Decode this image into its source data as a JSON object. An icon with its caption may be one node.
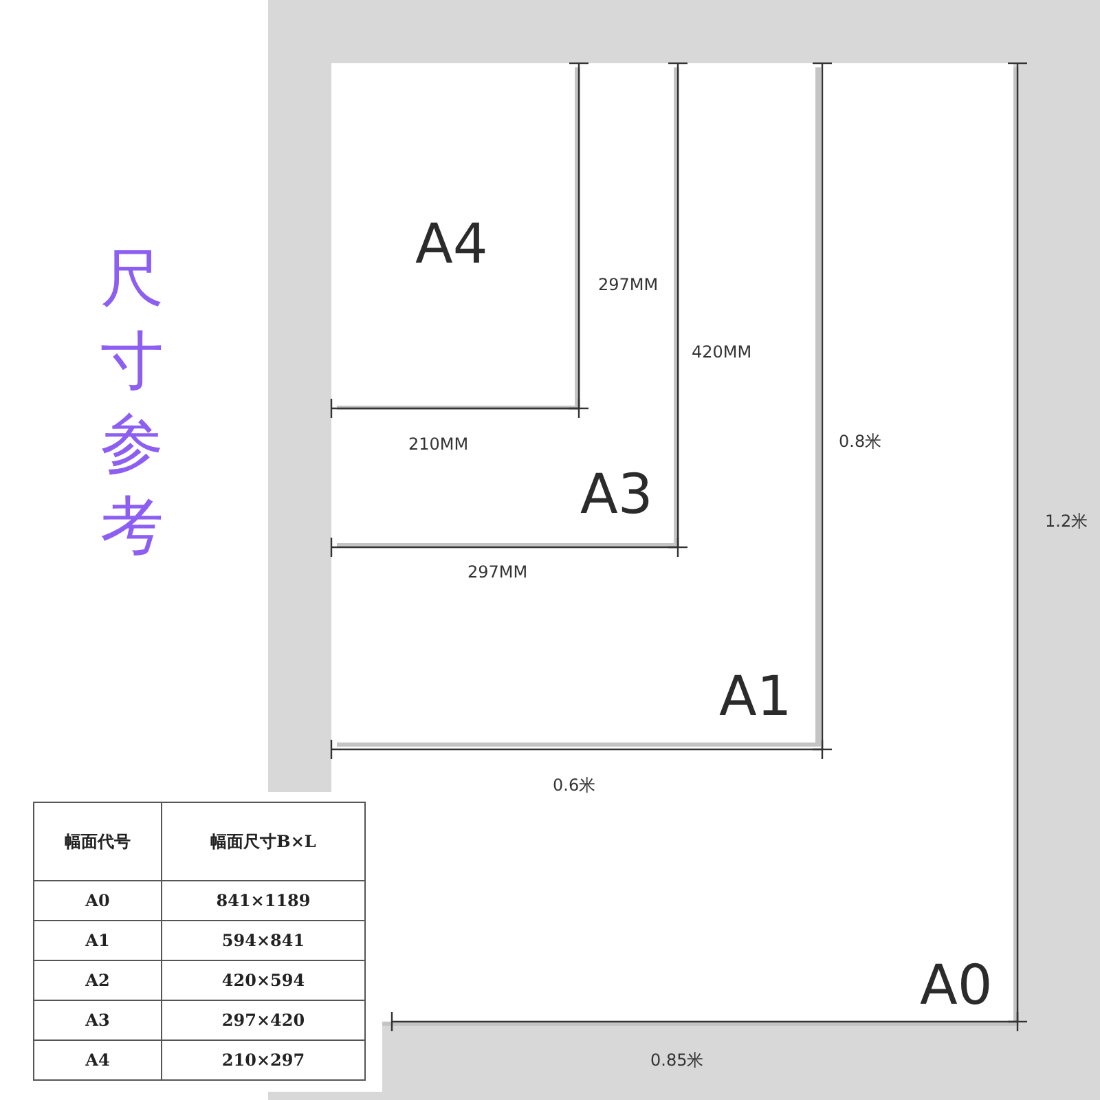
{
  "diagram": {
    "title": "尺寸参考",
    "nodes": [
      {
        "text": [
          "A0"
        ]
      },
      {
        "text": [
          "A1"
        ],
        "in": 0
      },
      {
        "text": [
          "A3"
        ],
        "in": 1
      },
      {
        "text": [
          "A4"
        ],
        "in": 2
      }
    ],
    "labels": [
      "297MM",
      "210MM",
      "420MM",
      "297MM",
      "0.8米",
      "0.6米",
      "1.2米",
      "0.85米",
      "幅面代号",
      "幅面尺寸B×L",
      "A0",
      "841×1189",
      "A1",
      "594×841",
      "A2",
      "420×594",
      "A3",
      "297×420",
      "A4",
      "210×297"
    ]
  }
}
